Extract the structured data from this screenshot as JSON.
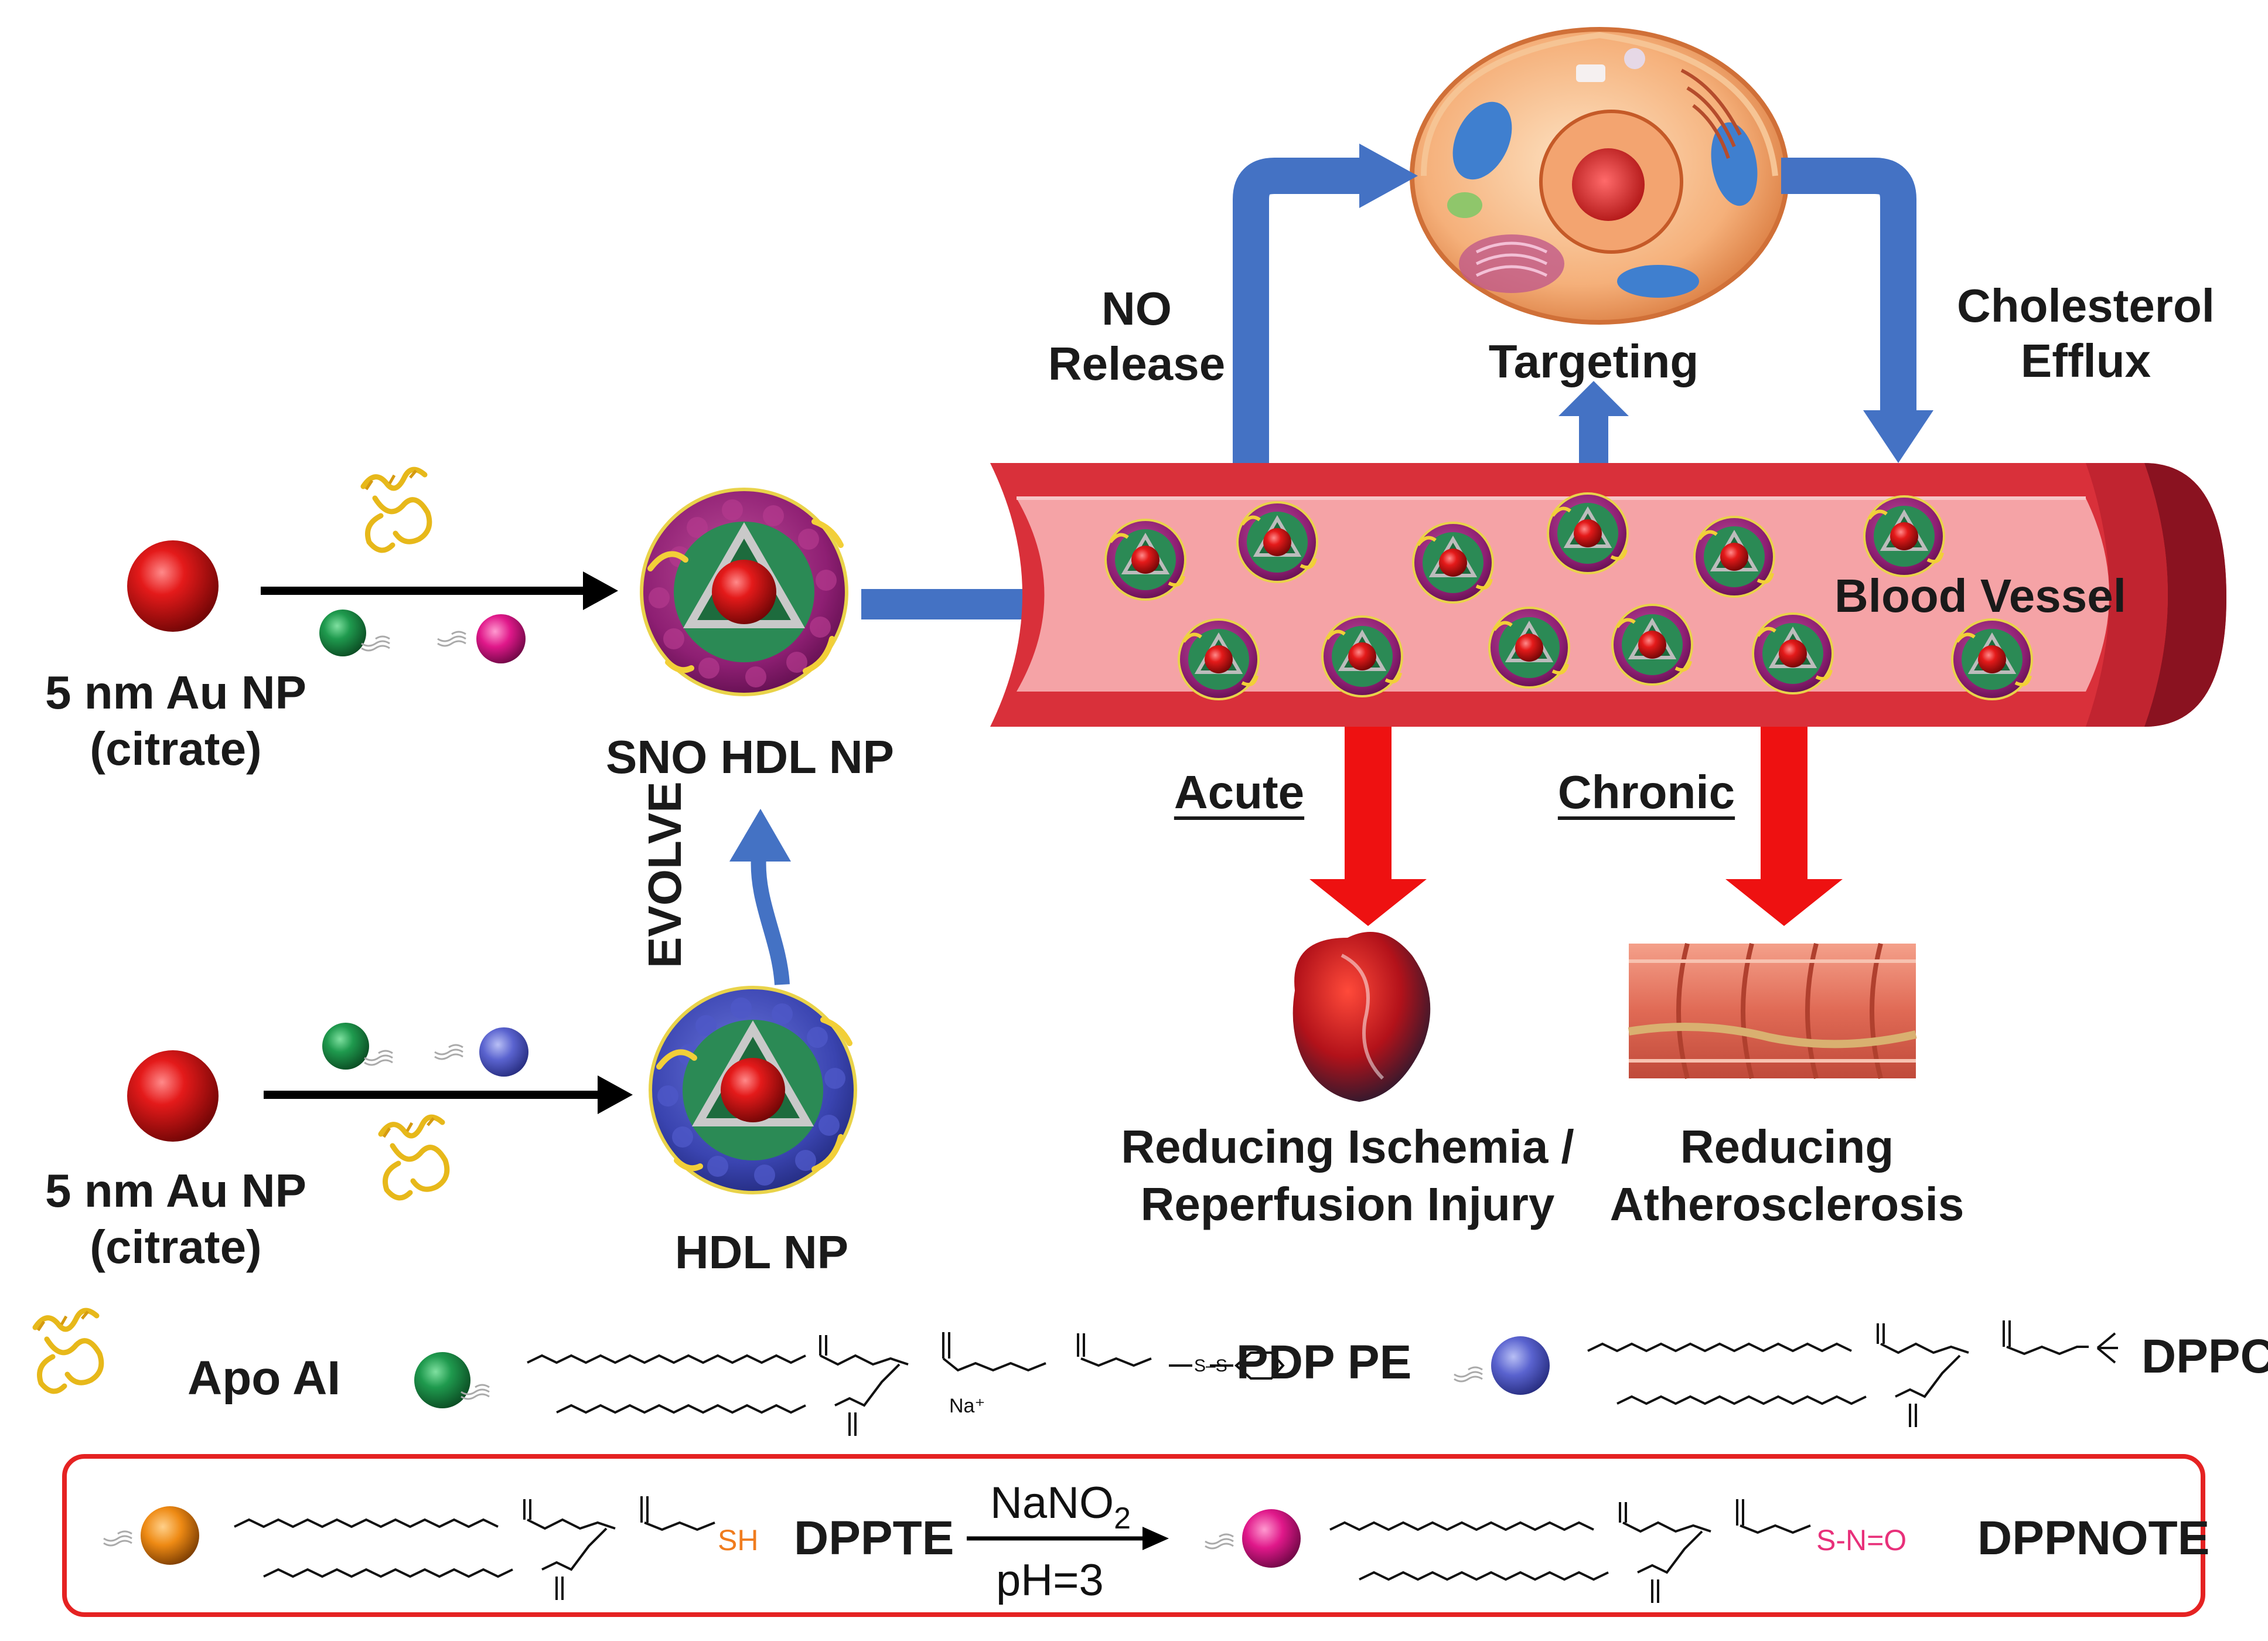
{
  "labels": {
    "au_np_top_1": "5 nm Au NP",
    "au_np_top_2": "(citrate)",
    "au_np_bottom_1": "5 nm Au NP",
    "au_np_bottom_2": "(citrate)",
    "sno_hdl_np": "SNO HDL NP",
    "hdl_np": "HDL NP",
    "evolve": "EVOLVE",
    "no_release_1": "NO",
    "no_release_2": "Release",
    "targeting": "Targeting",
    "chol_efflux_1": "Cholesterol",
    "chol_efflux_2": "Efflux",
    "blood_vessel": "Blood Vessel",
    "acute": "Acute",
    "chronic": "Chronic",
    "ischemia_1": "Reducing Ischemia /",
    "ischemia_2": "Reperfusion Injury",
    "athero_1": "Reducing",
    "athero_2": "Atherosclerosis"
  },
  "legend": {
    "apo": "Apo AI",
    "pdp_pe": "PDP PE",
    "dppc": "DPPC",
    "dppte": "DPPTE",
    "dppnote": "DPPNOTE",
    "reagent": "NaNO",
    "reagent_sub": "2",
    "condition": "pH=3",
    "na": "Na⁺",
    "sh": "SH",
    "sno": "S-N=O",
    "ss": "S–S"
  },
  "colors": {
    "arrow_blue": "#4472c4",
    "arrow_red": "#ee1111",
    "vessel_wall": "#d9303a",
    "vessel_lumen": "#f5a3a6",
    "box_red": "#e52222",
    "sh_orange": "#f07c1e",
    "sno_pink": "#e8307a"
  },
  "icons": {
    "gold_np": "red-sphere-icon",
    "apo_protein": "protein-ribbon-icon",
    "pdp_pe_lipid": "green-lipid-icon",
    "dppc_lipid": "blue-lipid-icon",
    "dppte_lipid": "orange-lipid-icon",
    "dppnote_lipid": "pink-lipid-icon",
    "cell": "cell-icon",
    "heart": "heart-icon",
    "artery": "artery-icon"
  }
}
